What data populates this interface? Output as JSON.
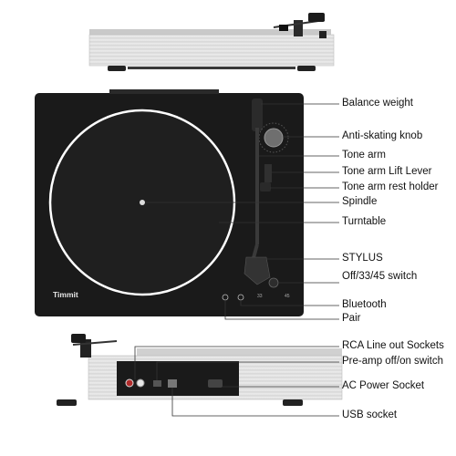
{
  "brand": "Timmit",
  "speed_marks": [
    "33",
    "45"
  ],
  "callouts": {
    "balance_weight": "Balance weight",
    "anti_skating_knob": "Anti-skating knob",
    "tone_arm": "Tone arm",
    "tone_arm_lift_lever": "Tone arm Lift Lever",
    "tone_arm_rest_holder": "Tone arm rest holder",
    "spindle": "Spindle",
    "turntable": "Turntable",
    "stylus": "STYLUS",
    "speed_switch": "Off/33/45 switch",
    "bluetooth": "Bluetooth",
    "pair": "Pair",
    "rca_line_out": "RCA Line out Sockets",
    "pre_amp_switch": "Pre-amp off/on switch",
    "ac_power_socket": "AC Power Socket",
    "usb_socket": "USB socket"
  },
  "colors": {
    "plinth": "#1a1a1a",
    "body_silver": "#e4e4e4",
    "platter_ring": "#ffffff",
    "leader_line": "#333333"
  }
}
